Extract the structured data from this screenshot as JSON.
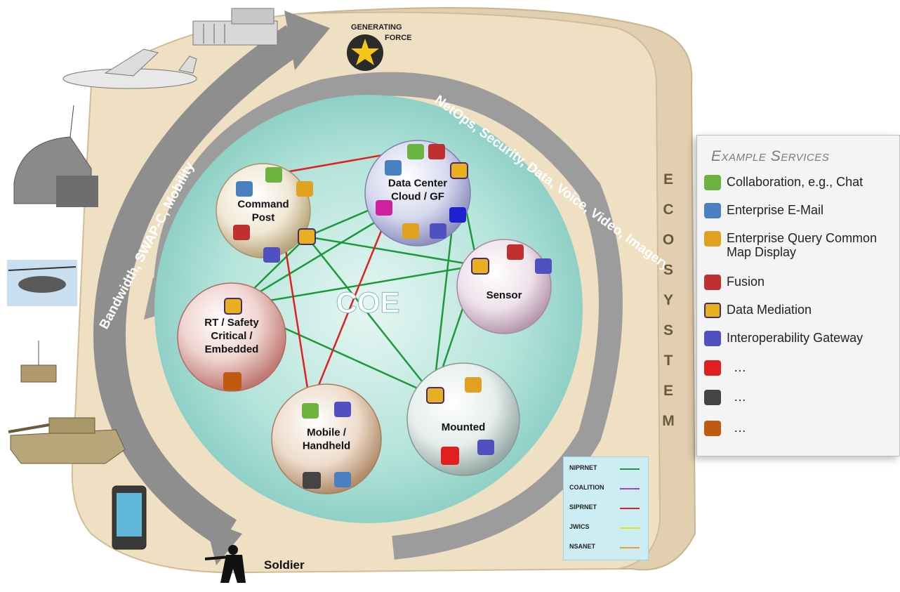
{
  "ecosystem_letters": [
    "E",
    "C",
    "O",
    "S",
    "Y",
    "S",
    "T",
    "E",
    "M"
  ],
  "generating_force": {
    "line1": "GENERATING",
    "line2": "FORCE"
  },
  "outer_arc_text": "Bandwidth, SWAP-C, Mobility",
  "inner_arc_text": "NetOps, Security, Data, Voice, Video, Imagery",
  "coe_label": "COE",
  "nodes": {
    "command_post": "Command Post",
    "data_center": "Data Center Cloud / GF",
    "sensor": "Sensor",
    "rt_safety": "RT / Safety Critical / Embedded",
    "mobile": "Mobile / Handheld",
    "mounted": "Mounted"
  },
  "node_lines": {
    "command_post": [
      "Command",
      "Post"
    ],
    "data_center": [
      "Data Center",
      "Cloud / GF"
    ],
    "sensor": [
      "Sensor"
    ],
    "rt_safety": [
      "RT / Safety",
      "Critical /",
      "Embedded"
    ],
    "mobile": [
      "Mobile /",
      "Handheld"
    ],
    "mounted": [
      "Mounted"
    ]
  },
  "soldier_label": "Soldier",
  "legend": {
    "title": "Example Services",
    "items": [
      {
        "label": "Collaboration, e.g., Chat",
        "icon": "chat-icon",
        "color": "#6db33f"
      },
      {
        "label": "Enterprise E-Mail",
        "icon": "email-icon",
        "color": "#4a7fc1"
      },
      {
        "label": "Enterprise Query Common Map Display",
        "icon": "globe-icon",
        "color": "#e0a020"
      },
      {
        "label": "Fusion",
        "icon": "fusion-icon",
        "color": "#c03030"
      },
      {
        "label": "Data Mediation",
        "icon": "mediation-icon",
        "color": "#e8b020"
      },
      {
        "label": "Interoperability Gateway",
        "icon": "puzzle-icon",
        "color": "#5050c0"
      },
      {
        "label": "…",
        "icon": "red-square-icon",
        "color": "#e02020"
      },
      {
        "label": "…",
        "icon": "gray-square-icon",
        "color": "#444444"
      },
      {
        "label": "…",
        "icon": "orange-square-icon",
        "color": "#c05a10"
      }
    ]
  },
  "network_key": [
    {
      "label": "NIPRNET",
      "color": "#1a9a3a"
    },
    {
      "label": "COALITION",
      "color": "#9a40c0"
    },
    {
      "label": "SIPRNET",
      "color": "#e02020"
    },
    {
      "label": "JWICS",
      "color": "#e8e020"
    },
    {
      "label": "NSANET",
      "color": "#f0a020"
    }
  ]
}
